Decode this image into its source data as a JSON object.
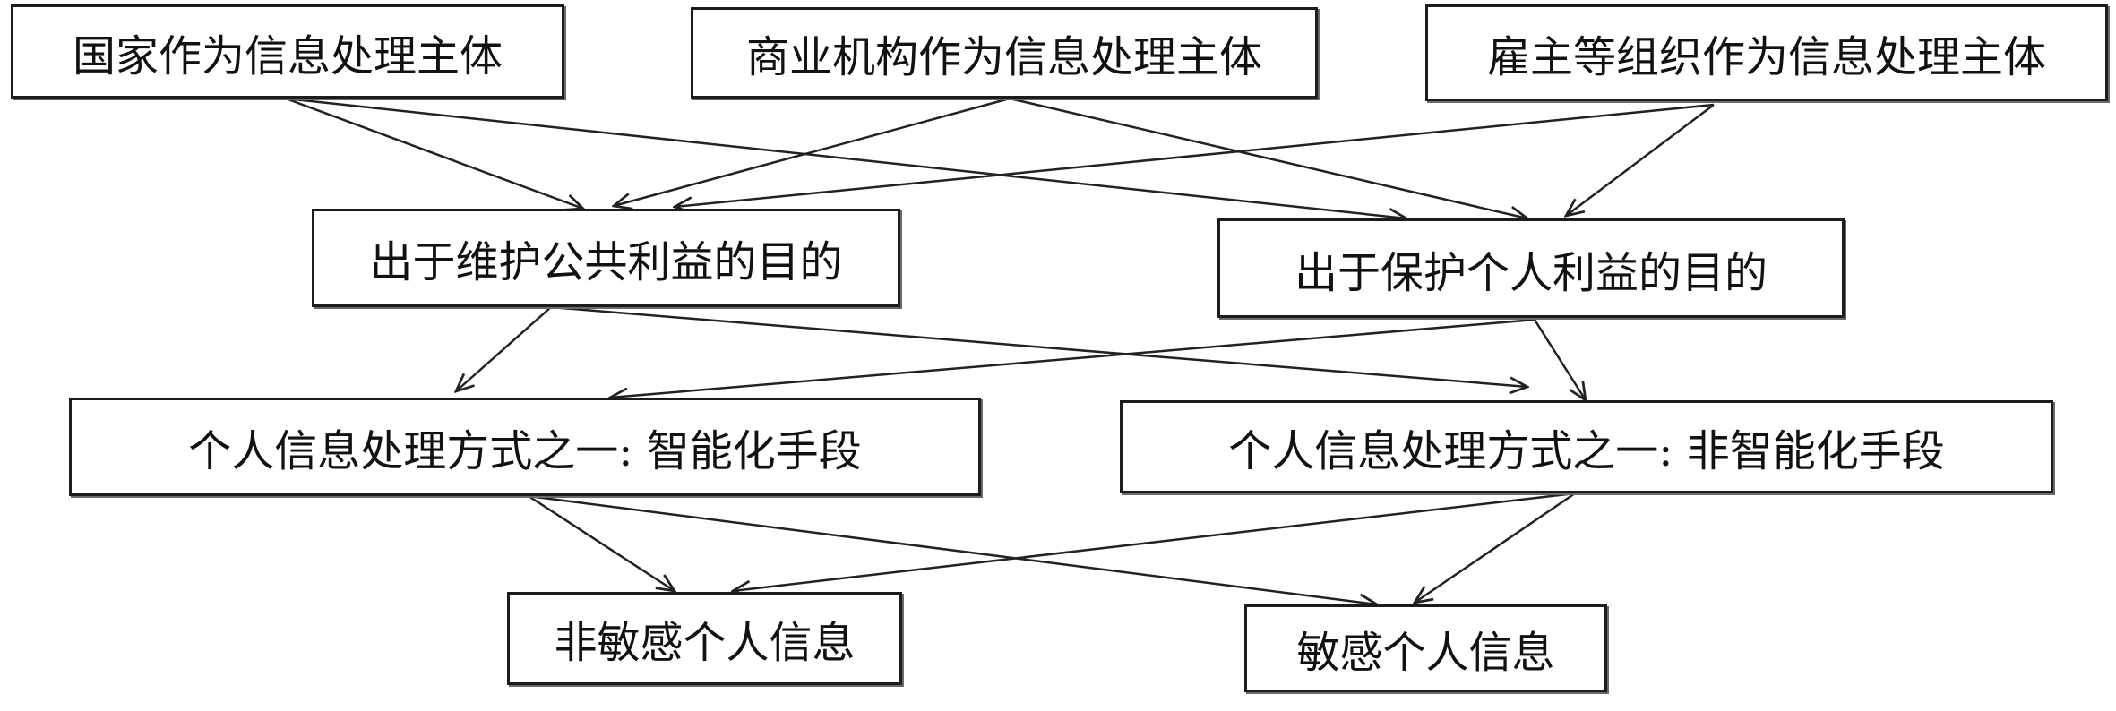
{
  "diagram": {
    "processors": [
      "国家作为信息处理主体",
      "商业机构作为信息处理主体",
      "雇主等组织作为信息处理主体"
    ],
    "purposes": [
      "出于维护公共利益的目的",
      "出于保护个人利益的目的"
    ],
    "methods": [
      "个人信息处理方式之一: 智能化手段",
      "个人信息处理方式之一: 非智能化手段"
    ],
    "info_types": [
      "非敏感个人信息",
      "敏感个人信息"
    ],
    "line_color": "#222222"
  }
}
